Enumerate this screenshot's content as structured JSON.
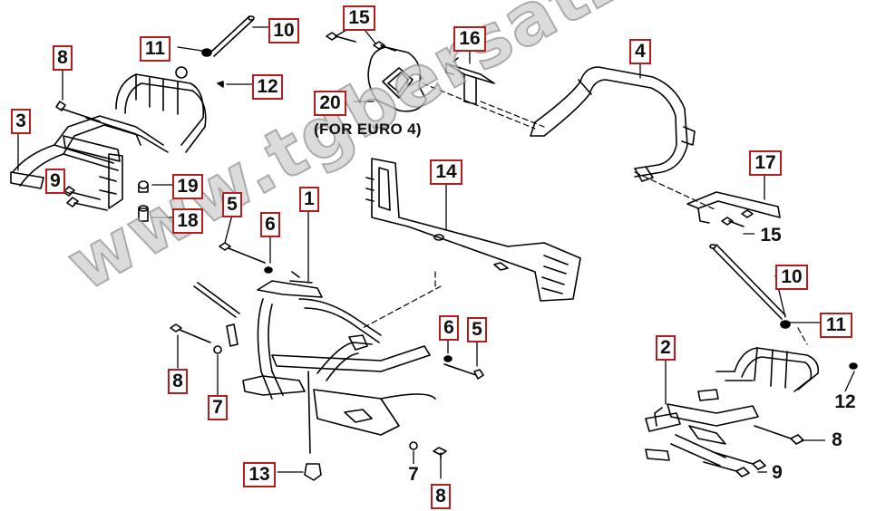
{
  "watermark": "www.tgbersatzteile.de",
  "note": "(FOR EURO 4)",
  "colors": {
    "callout_border": "#b51e1e",
    "line": "#000000",
    "watermark": "#cfcfcf"
  },
  "callouts": [
    {
      "id": "c10a",
      "label": "10"
    },
    {
      "id": "c11a",
      "label": "11"
    },
    {
      "id": "c8a",
      "label": "8"
    },
    {
      "id": "c12a",
      "label": "12"
    },
    {
      "id": "c3",
      "label": "3"
    },
    {
      "id": "c9a",
      "label": "9"
    },
    {
      "id": "c19",
      "label": "19"
    },
    {
      "id": "c18",
      "label": "18"
    },
    {
      "id": "c15a",
      "label": "15"
    },
    {
      "id": "c16",
      "label": "16"
    },
    {
      "id": "c4",
      "label": "4"
    },
    {
      "id": "c20",
      "label": "20"
    },
    {
      "id": "c14",
      "label": "14"
    },
    {
      "id": "c17",
      "label": "17"
    },
    {
      "id": "c15b",
      "label": "15"
    },
    {
      "id": "c5a",
      "label": "5"
    },
    {
      "id": "c6a",
      "label": "6"
    },
    {
      "id": "c1",
      "label": "1"
    },
    {
      "id": "c10b",
      "label": "10"
    },
    {
      "id": "c11b",
      "label": "11"
    },
    {
      "id": "c6b",
      "label": "6"
    },
    {
      "id": "c5b",
      "label": "5"
    },
    {
      "id": "c8b",
      "label": "8"
    },
    {
      "id": "c7a",
      "label": "7"
    },
    {
      "id": "c2",
      "label": "2"
    },
    {
      "id": "c12b",
      "label": "12"
    },
    {
      "id": "c8c",
      "label": "8"
    },
    {
      "id": "c9b",
      "label": "9"
    },
    {
      "id": "c13",
      "label": "13"
    },
    {
      "id": "c7b",
      "label": "7"
    },
    {
      "id": "c8d",
      "label": "8"
    }
  ]
}
